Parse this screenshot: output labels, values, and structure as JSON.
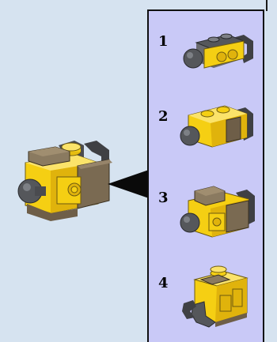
{
  "steps": [
    {
      "number": "1"
    },
    {
      "number": "2"
    },
    {
      "number": "3"
    },
    {
      "number": "4"
    }
  ],
  "colors": {
    "background": "#d6e3f0",
    "panel": "#c9c9f7",
    "yellow": "#f5cf13",
    "yellow_dark": "#caa40a",
    "dark_tan": "#7a6a52",
    "gray": "#55575b"
  }
}
